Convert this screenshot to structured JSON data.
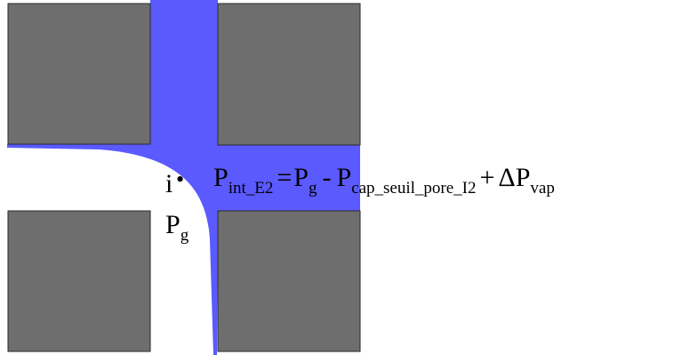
{
  "colors": {
    "background": "#ffffff",
    "solid_grain": "#6e6e6e",
    "grain_border": "#2a2a2a",
    "liquid": "#5a5aff"
  },
  "point_marker": {
    "label": "i",
    "symbol": "•"
  },
  "gas_pressure": {
    "symbol": "P",
    "subscript": "g"
  },
  "equation": {
    "lhs_symbol": "P",
    "lhs_subscript": "int_E2",
    "equals": "=",
    "term1_symbol": "P",
    "term1_subscript": "g",
    "minus": "-",
    "term2_symbol": "P",
    "term2_subscript": "cap_seuil_pore_I2",
    "plus": "+",
    "term3_symbol": "ΔP",
    "term3_subscript": "vap"
  }
}
